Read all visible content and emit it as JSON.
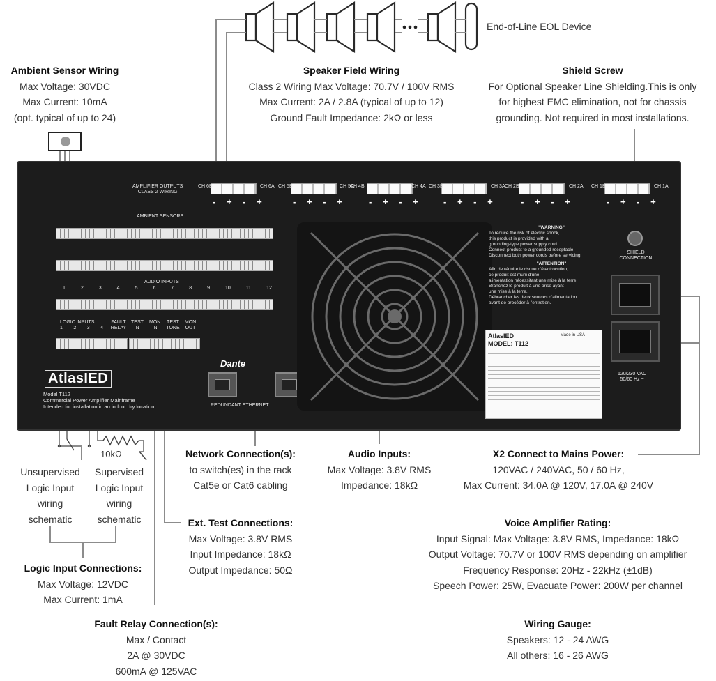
{
  "eol_device": "End-of-Line EOL Device",
  "ambient": {
    "title": "Ambient Sensor Wiring",
    "lines": [
      "Max Voltage: 30VDC",
      "Max Current: 10mA",
      "(opt. typical of up to 24)"
    ]
  },
  "speaker": {
    "title": "Speaker Field Wiring",
    "lines": [
      "Class 2 Wiring Max Voltage: 70.7V / 100V RMS",
      "Max Current: 2A / 2.8A (typical of up to 12)",
      "Ground Fault Impedance: 2kΩ or less"
    ]
  },
  "shield": {
    "title": "Shield Screw",
    "lines": [
      "For Optional Speaker Line Shielding.This is only",
      "for highest EMC elimination, not for chassis",
      "grounding. Not required in most installations."
    ]
  },
  "network": {
    "title": "Network Connection(s):",
    "lines": [
      "to switch(es) in the rack",
      "Cat5e or Cat6 cabling"
    ]
  },
  "audio": {
    "title": "Audio Inputs:",
    "lines": [
      "Max Voltage: 3.8V RMS",
      "Impedance: 18kΩ"
    ]
  },
  "mains": {
    "title": "X2 Connect to Mains Power:",
    "lines": [
      "120VAC / 240VAC, 50 / 60 Hz,",
      "Max Current: 34.0A @ 120V, 17.0A @ 240V"
    ]
  },
  "unsupervised": [
    "Unsupervised",
    "Logic Input",
    "wiring",
    "schematic"
  ],
  "supervised": [
    "Supervised",
    "Logic Input",
    "wiring",
    "schematic"
  ],
  "resistor": "10kΩ",
  "ext_test": {
    "title": "Ext. Test Connections:",
    "lines": [
      "Max Voltage: 3.8V RMS",
      "Input Impedance: 18kΩ",
      "Output Impedance: 50Ω"
    ]
  },
  "voice_amp": {
    "title": "Voice Amplifier Rating:",
    "lines": [
      "Input Signal: Max Voltage: 3.8V RMS, Impedance: 18kΩ",
      "Output Voltage: 70.7V or 100V RMS depending on amplifier",
      "Frequency Response: 20Hz - 22kHz (±1dB)",
      "Speech Power: 25W, Evacuate Power: 200W per channel"
    ]
  },
  "logic_input": {
    "title": "Logic Input Connections:",
    "lines": [
      "Max Voltage: 12VDC",
      "Max Current: 1mA"
    ]
  },
  "fault_relay": {
    "title": "Fault Relay Connection(s):",
    "lines": [
      "Max / Contact",
      "2A @ 30VDC",
      "600mA @ 125VAC"
    ]
  },
  "wiring_gauge": {
    "title": "Wiring Gauge:",
    "lines": [
      "Speakers: 12 - 24 AWG",
      "All others: 16 - 26 AWG"
    ]
  },
  "panel": {
    "amp_outputs": "AMPLIFIER OUTPUTS",
    "class2": "CLASS 2 WIRING",
    "channels": [
      "CH 6B",
      "CH 6A",
      "CH 5B",
      "CH 5A",
      "CH 4B",
      "CH 4A",
      "CH 3B",
      "CH 3A",
      "CH 2B",
      "CH 2A",
      "CH 1B",
      "CH 1A"
    ],
    "polarity": "- + - +",
    "ambient_sensors": "AMBIENT SENSORS",
    "audio_inputs": "AUDIO INPUTS",
    "audio_nums": [
      "1",
      "2",
      "3",
      "4",
      "5",
      "6",
      "7",
      "8",
      "9",
      "10",
      "11",
      "12"
    ],
    "logic_inputs": "LOGIC INPUTS",
    "logic_nums": [
      "1",
      "2",
      "3",
      "4"
    ],
    "fault_relay": "FAULT RELAY",
    "test_in": "TEST IN",
    "mon_in": "MON IN",
    "test_tone": "TEST TONE",
    "mon_out": "MON OUT",
    "dante": "Dante",
    "redundant_ethernet": "REDUNDANT ETHERNET",
    "brand": "AtlasIED",
    "model": "Model T112",
    "model_desc1": "Commercial Power Amplifier Mainframe",
    "model_desc2": "Intended for installation in an indoor dry location.",
    "shield_connection": "SHIELD CONNECTION",
    "mains_rating": "120/230 VAC",
    "mains_freq": "50/60 Hz ~",
    "warning_title": "\"WARNING\"",
    "warning_text": [
      "To reduce the risk of electric shock,",
      "this product is provided with a",
      "grounding-type power supply cord.",
      "Connect product to a grounded receptacle.",
      "Disconnect both power cords before servicing."
    ],
    "attention_title": "\"ATTENTION\"",
    "attention_text": [
      "Afin de réduire le risque d'électrocution,",
      "ce produit est muni d'une",
      "alimentation nécessitant une mise à la terre.",
      "Branchez le produit à une prise ayant",
      "une mise à la terre.",
      "Débrancher les deux sources d'alimentation",
      "avant de procéder à l'entretien."
    ],
    "label_model": "MODEL: T112",
    "label_made": "Made in USA"
  },
  "colors": {
    "chassis": "#1c1c1c",
    "line": "#8c8c8c",
    "grille": "#2a2a2a"
  }
}
